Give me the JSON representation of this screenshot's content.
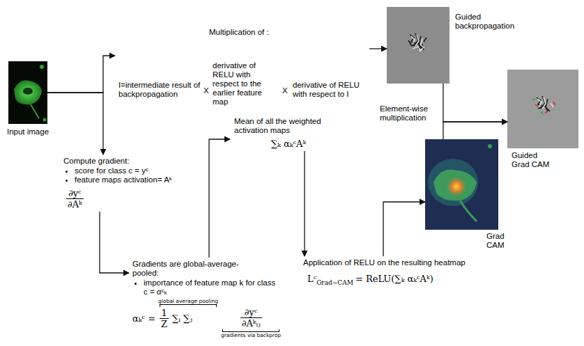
{
  "diagram": {
    "nodes": [
      {
        "text": [
          "Input image"
        ]
      },
      {
        "text": [
          "Multiplication of :",
          "I=intermediate result of backpropagation",
          "X",
          "derivative of RELU with respect to the earlier feature map",
          "X",
          "derivative of RELU with respect to I"
        ]
      },
      {
        "text": [
          "Guided backpropagation"
        ]
      },
      {
        "text": [
          "Guided Grad CAM"
        ]
      },
      {
        "text": [
          "Grad CAM"
        ]
      },
      {
        "text": [
          "Compute gradient:",
          "score for class c = yᶜ",
          "feature maps activation= Aᵏ",
          "∂yᶜ",
          "∂Aᵏ"
        ]
      },
      {
        "text": [
          "Mean of all the weighted activation maps",
          "∑ₖ αₖᶜAᵏ"
        ]
      },
      {
        "text": [
          "Gradients are global-average-pooled:",
          "importance of feature map k for class c = αᶜₖ",
          "αₖᶜ =",
          "global average pooling",
          "1",
          "Z",
          "∑ᵢ ∑ⱼ",
          "∂yᶜ",
          "∂Aᵏᵢⱼ",
          "gradients via backprop"
        ]
      },
      {
        "text": [
          "Application of RELU on the resulting heatmap",
          "Lᶜ",
          "Grad−CAM",
          "= ReLU(∑ₖ αₖᶜAᵏ)"
        ]
      }
    ],
    "edges": [
      {
        "from": 0,
        "to": 1,
        "arrow": "to"
      },
      {
        "from": 0,
        "to": 5,
        "arrow": "to"
      },
      {
        "from": 1,
        "to": 2,
        "arrow": "to"
      },
      {
        "from": 5,
        "to": 7,
        "arrow": "to"
      },
      {
        "from": 7,
        "to": 6,
        "arrow": "to"
      },
      {
        "from": 6,
        "to": 8,
        "arrow": "to"
      },
      {
        "from": 8,
        "to": 4,
        "arrow": "to"
      },
      {
        "from": 2,
        "to": 3,
        "arrow": "to"
      },
      {
        "from": 4,
        "to": 3,
        "arrow": "to"
      }
    ],
    "labels": [
      "Element-wise multiplication"
    ]
  }
}
